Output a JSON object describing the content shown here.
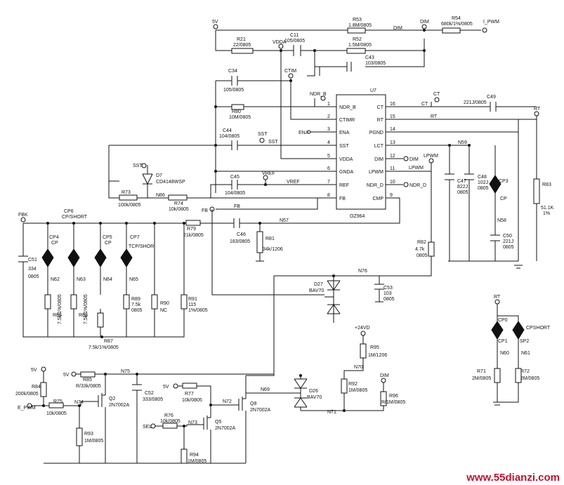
{
  "nets": {
    "v5": "5V",
    "dim": "DIM",
    "i_pwm": "I_PWM",
    "vdda": "VDDA",
    "ctim": "CTIM",
    "ndr_b": "NDR_B",
    "ct": "CT",
    "rt": "RT",
    "ena": "ENA",
    "sst": "SST",
    "vref": "VREF",
    "lpwm": "LPWM",
    "ndr_d": "NDR_D",
    "fb": "FB",
    "fbk": "FBK",
    "e_pwm": "E_PWM",
    "sel": "SEL",
    "v24": "+24VD",
    "n57": "N57",
    "n59": "N59",
    "n58": "N58",
    "n76": "N76",
    "n86": "N86",
    "n62": "N62",
    "n63": "N63",
    "n64": "N64",
    "n65": "N65",
    "n75": "N75",
    "n74": "N74",
    "n73": "N73",
    "n72": "N72",
    "n69": "N69",
    "n71": "N71",
    "n70": "N70",
    "n60": "N60",
    "n61": "N61"
  },
  "ic": {
    "ref": "U7",
    "part": "OZ964",
    "pins_left": [
      {
        "num": "1",
        "name": "NDR_B"
      },
      {
        "num": "2",
        "name": "CTIMR"
      },
      {
        "num": "3",
        "name": "ENA"
      },
      {
        "num": "4",
        "name": "SST"
      },
      {
        "num": "5",
        "name": "VDDA"
      },
      {
        "num": "6",
        "name": "GNDA"
      },
      {
        "num": "7",
        "name": "REF"
      },
      {
        "num": "8",
        "name": "FB"
      }
    ],
    "pins_right": [
      {
        "num": "16",
        "name": "CT"
      },
      {
        "num": "15",
        "name": "RT"
      },
      {
        "num": "14",
        "name": "PGND"
      },
      {
        "num": "13",
        "name": "LCT"
      },
      {
        "num": "12",
        "name": "DIM"
      },
      {
        "num": "11",
        "name": "LPWM"
      },
      {
        "num": "10",
        "name": "NDR_D"
      },
      {
        "num": "9",
        "name": "CMP"
      }
    ]
  },
  "resistors": {
    "r53": {
      "ref": "R53",
      "val": "1.8M/0805"
    },
    "r54": {
      "ref": "R54",
      "val": "680k/1%/0805"
    },
    "r21": {
      "ref": "R21",
      "val": "22/0805"
    },
    "r52": {
      "ref": "R52",
      "val": "1.5M/0805"
    },
    "r80": {
      "ref": "R80",
      "val": "10M/0805"
    },
    "r73": {
      "ref": "R73",
      "val": "100k/0805"
    },
    "r74": {
      "ref": "R74",
      "val": "10k/0805"
    },
    "r79": {
      "ref": "R79",
      "val": "21k/0805"
    },
    "r81": {
      "ref": "R81",
      "val": "34k/1206"
    },
    "r82": {
      "ref": "R82",
      "val": "4.7k",
      "val2": "0805"
    },
    "r83": {
      "ref": "R83",
      "val": "51.1K",
      "val2": "1%"
    },
    "r86": {
      "ref": "R86",
      "val": "7.5k/1%/0805"
    },
    "r88": {
      "ref": "R88",
      "val": "7.5k/1%/0805"
    },
    "r89": {
      "ref": "R89",
      "val": "7.5k",
      "val2": "0805"
    },
    "r90": {
      "ref": "R90",
      "val": "NC"
    },
    "r91": {
      "ref": "R91",
      "val": "115",
      "val2": "1%/0805"
    },
    "r87": {
      "ref": "R87",
      "val": "7.5k/1%/0805"
    },
    "r95": {
      "ref": "R95",
      "val": "1M/1206"
    },
    "r92": {
      "ref": "R92",
      "val": "1M/0805"
    },
    "r96": {
      "ref": "R96",
      "val": "R/1M/0805"
    },
    "r84": {
      "ref": "R84",
      "val": "200k/0805"
    },
    "r85": {
      "ref": "R85",
      "val": "R/33k/0805"
    },
    "r75": {
      "ref": "R75",
      "val": "10k/0805"
    },
    "r93": {
      "ref": "R93",
      "val": "1M/0805"
    },
    "r77": {
      "ref": "R77",
      "val": "10k/0805"
    },
    "r76": {
      "ref": "R76",
      "val": "10k/0805"
    },
    "r94": {
      "ref": "R94",
      "val": "1M/0805"
    },
    "r71": {
      "ref": "R71",
      "val": "2M/0805"
    },
    "r72": {
      "ref": "R72",
      "val": "2M/0805"
    }
  },
  "capacitors": {
    "c11": {
      "ref": "C11",
      "val": "105/0805"
    },
    "c43": {
      "ref": "C43",
      "val": "103/0805"
    },
    "c34": {
      "ref": "C34",
      "val": "105/0805"
    },
    "c44": {
      "ref": "C44",
      "val": "104/0805"
    },
    "c45": {
      "ref": "C45",
      "val": "104/0805"
    },
    "c49": {
      "ref": "C49",
      "val": "221J/0805"
    },
    "c47": {
      "ref": "C47",
      "val": "822J",
      "val2": "0805"
    },
    "c48": {
      "ref": "C48",
      "val": "102J",
      "val2": "0805"
    },
    "c50": {
      "ref": "C50",
      "val": "221J",
      "val2": "0805"
    },
    "c46": {
      "ref": "C46",
      "val": "183/0805"
    },
    "c51": {
      "ref": "C51",
      "val": "334",
      "val2": "0805"
    },
    "c53": {
      "ref": "C53",
      "val": "103",
      "val2": "0805"
    },
    "c52": {
      "ref": "C52",
      "val": "333/0805"
    }
  },
  "diodes": {
    "d7": {
      "ref": "D7",
      "val": "CD4148WSP"
    },
    "d27": {
      "ref": "D27",
      "val": "BAV70"
    },
    "d26": {
      "ref": "D26",
      "val": "BAV70"
    }
  },
  "transistors": {
    "q2": {
      "ref": "Q2",
      "val": "2N7002A"
    },
    "q5": {
      "ref": "Q5",
      "val": "2N7002A"
    },
    "q8": {
      "ref": "Q8",
      "val": "2N7002A"
    }
  },
  "test_points": {
    "cp6": {
      "ref": "CP6",
      "val": "CP/SHORT"
    },
    "cp4": {
      "ref": "CP4",
      "val": "CP"
    },
    "cp5": {
      "ref": "CP5",
      "val": "CP"
    },
    "cp7": {
      "ref": "CP7",
      "val": "TCP/SHOR"
    },
    "cp3": {
      "ref": "CP3",
      "val": "CP"
    },
    "cp0": {
      "ref": "CP0"
    },
    "cp1": {
      "ref": "CP1"
    },
    "cpshort": {
      "ref": "CPSHORT"
    },
    "sp2": {
      "ref": "SP2"
    }
  },
  "watermark": "www.55dianzi.com",
  "colors": {
    "ink": "#111111",
    "watermark": "#c8102e",
    "background": "#ffffff"
  }
}
